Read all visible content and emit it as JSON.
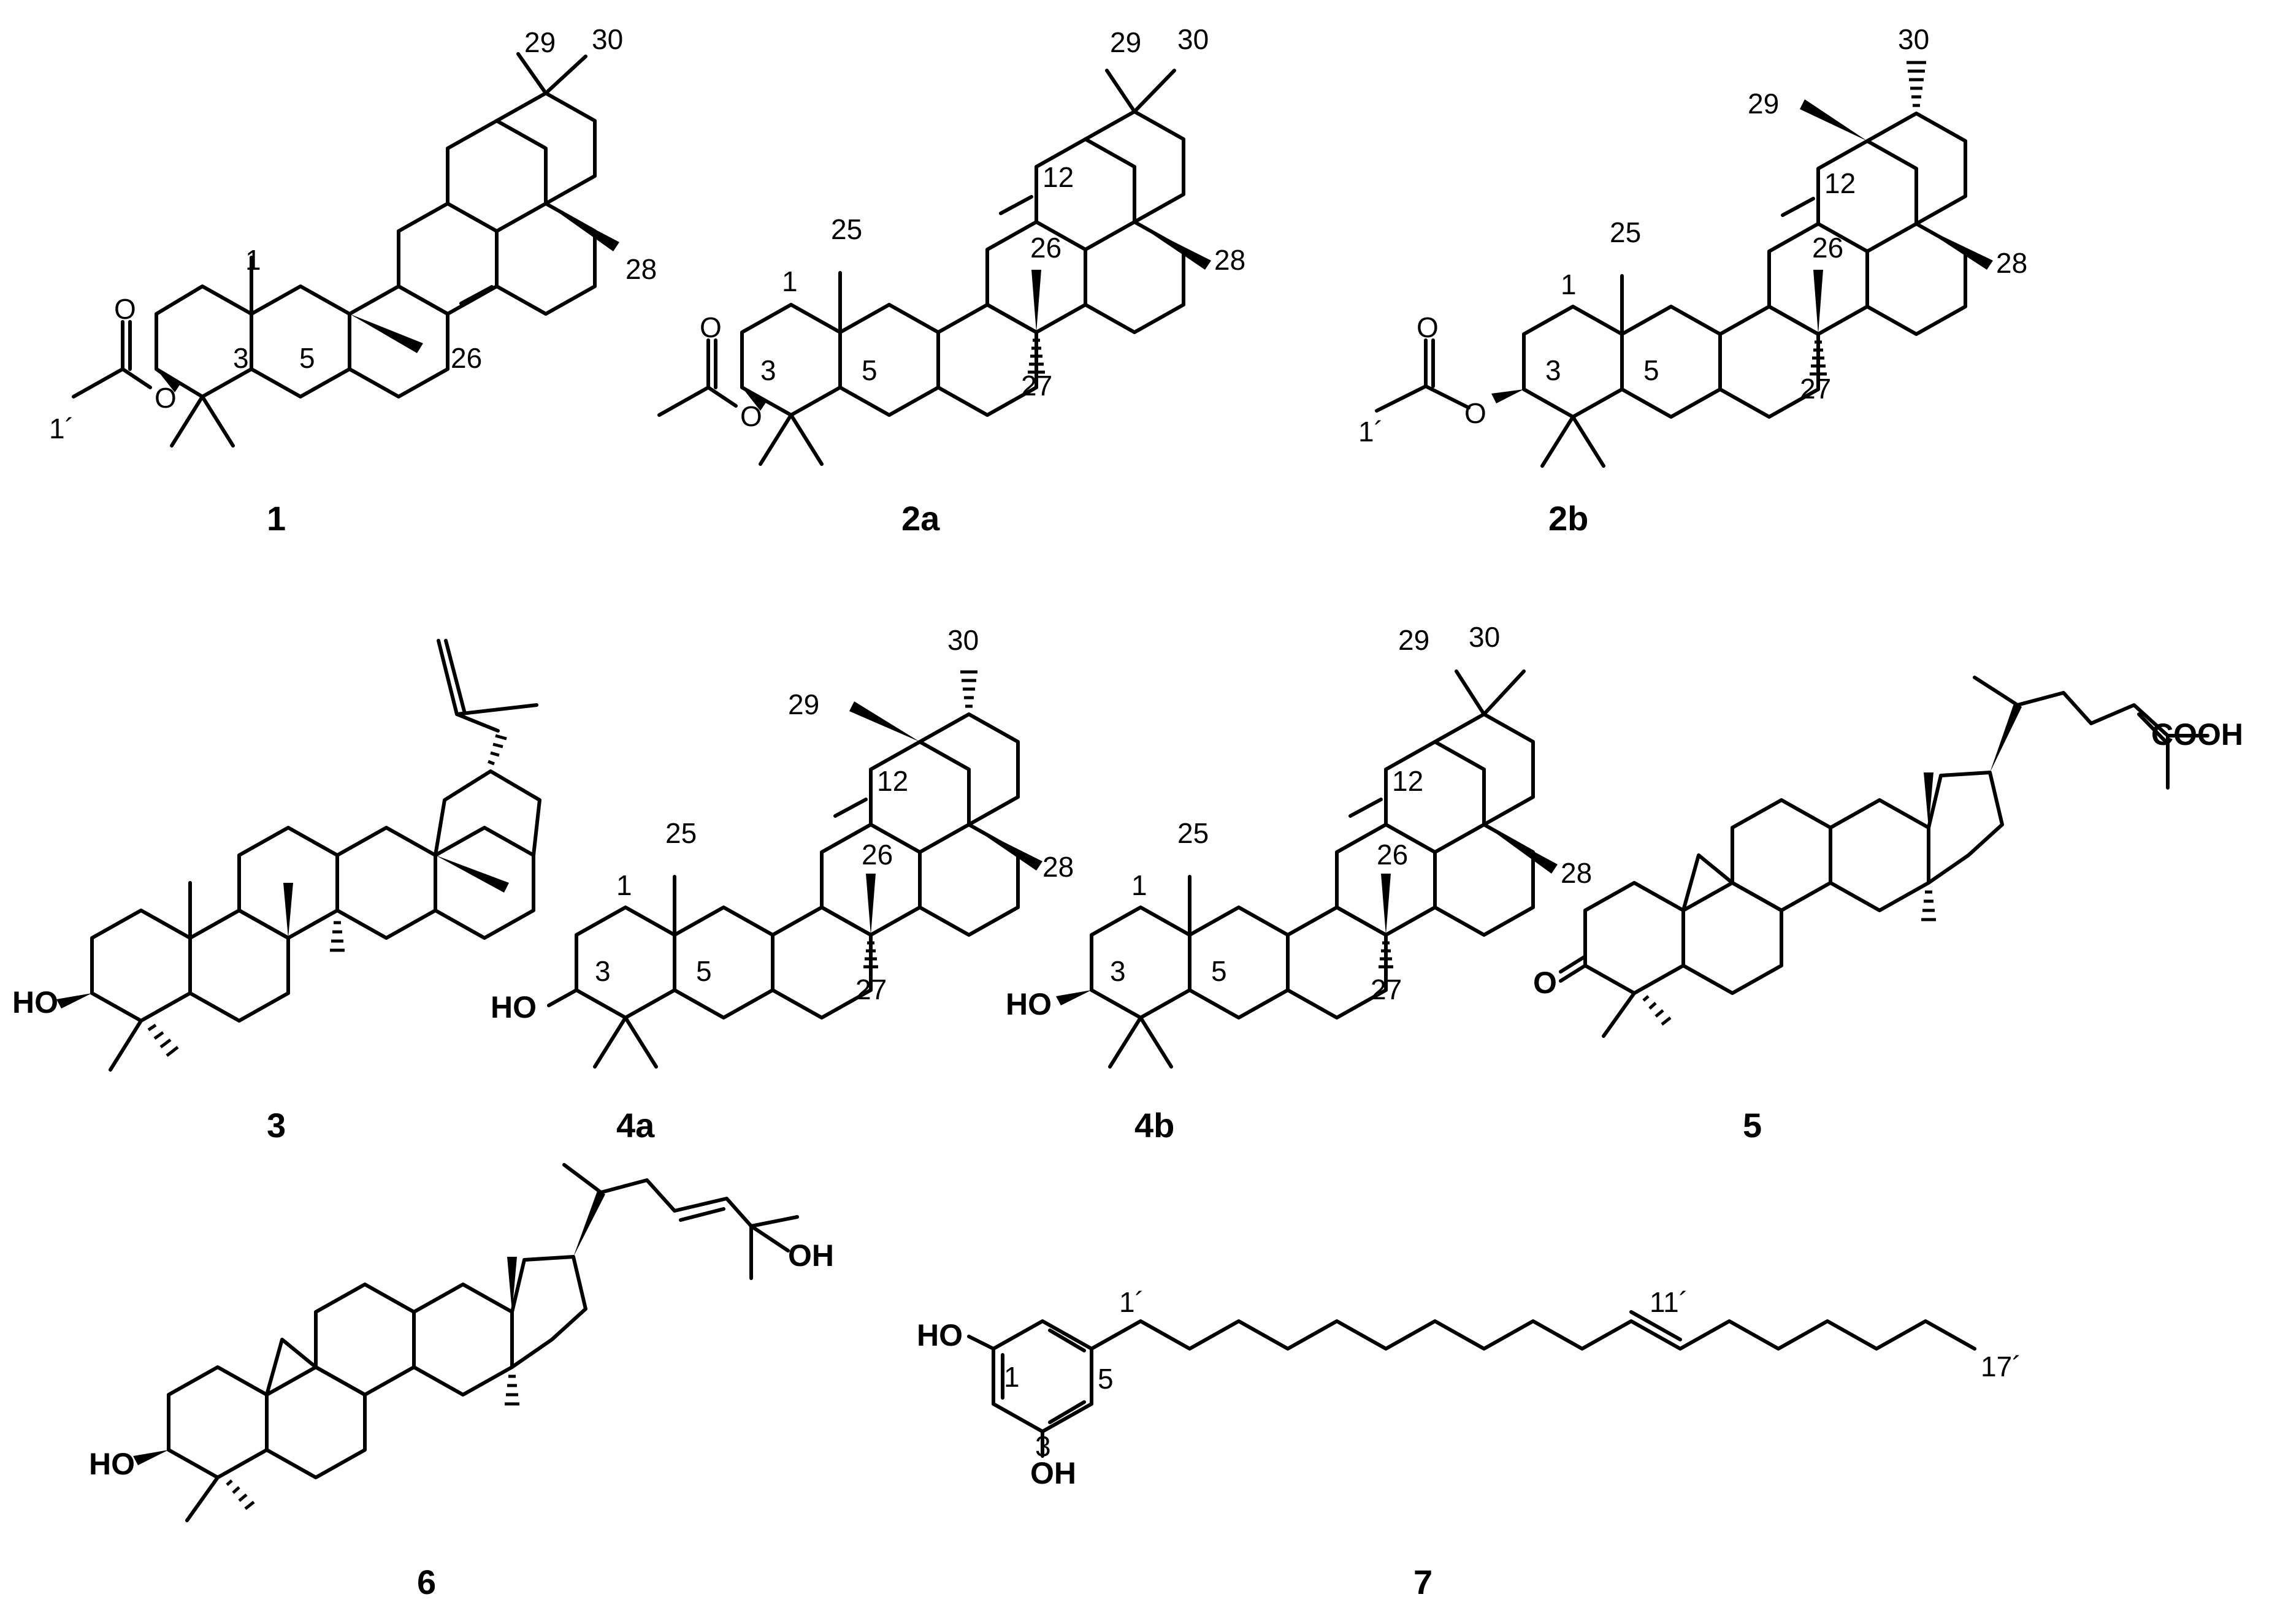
{
  "compounds": [
    {
      "id": "1",
      "locants": [
        "29",
        "30",
        "28",
        "1",
        "26",
        "3",
        "5",
        "1´"
      ],
      "groups": []
    },
    {
      "id": "2a",
      "locants": [
        "29",
        "30",
        "12",
        "25",
        "26",
        "28",
        "1",
        "3",
        "5",
        "27"
      ],
      "groups": []
    },
    {
      "id": "2b",
      "locants": [
        "30",
        "29",
        "12",
        "25",
        "26",
        "28",
        "1",
        "3",
        "5",
        "27",
        "1´"
      ],
      "groups": []
    },
    {
      "id": "3",
      "locants": [],
      "groups": [
        "HO"
      ]
    },
    {
      "id": "4a",
      "locants": [
        "30",
        "29",
        "12",
        "25",
        "26",
        "28",
        "1",
        "3",
        "5",
        "27"
      ],
      "groups": [
        "HO"
      ]
    },
    {
      "id": "4b",
      "locants": [
        "29",
        "30",
        "12",
        "25",
        "26",
        "28",
        "1",
        "3",
        "5",
        "27"
      ],
      "groups": [
        "HO"
      ]
    },
    {
      "id": "5",
      "locants": [],
      "groups": [
        "COOH",
        "O"
      ]
    },
    {
      "id": "6",
      "locants": [],
      "groups": [
        "OH",
        "HO"
      ]
    },
    {
      "id": "7",
      "locants": [
        "1´",
        "11´",
        "17´",
        "1",
        "5",
        "3"
      ],
      "groups": [
        "HO",
        "OH"
      ]
    }
  ],
  "atoms": {
    "oxygen": "O"
  }
}
